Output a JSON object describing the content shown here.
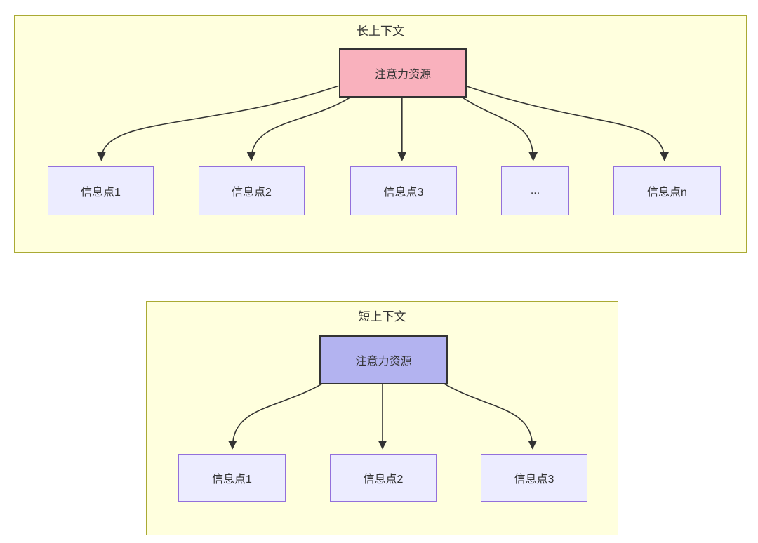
{
  "colors": {
    "page_bg": "#ffffff",
    "container_fill": "#ffffde",
    "container_border": "#aaaa33",
    "attention_long_fill": "#f9b1bd",
    "attention_short_fill": "#b3b3f0",
    "attention_border": "#333333",
    "node_fill": "#ececff",
    "node_border": "#9370db",
    "arrow_color": "#333333",
    "text_color": "#333333"
  },
  "diagrams": {
    "long": {
      "title": "长上下文",
      "attention_label": "注意力资源",
      "nodes": [
        {
          "label": "信息点1"
        },
        {
          "label": "信息点2"
        },
        {
          "label": "信息点3"
        },
        {
          "label": "..."
        },
        {
          "label": "信息点n"
        }
      ]
    },
    "short": {
      "title": "短上下文",
      "attention_label": "注意力资源",
      "nodes": [
        {
          "label": "信息点1"
        },
        {
          "label": "信息点2"
        },
        {
          "label": "信息点3"
        }
      ]
    }
  }
}
